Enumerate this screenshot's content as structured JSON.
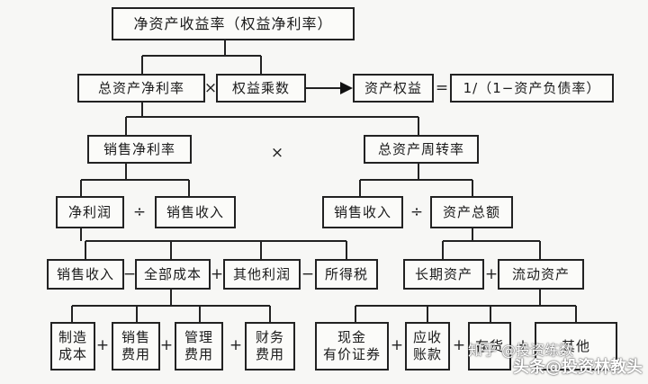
{
  "nodes": {
    "roe": "净资产收益率（权益净利率）",
    "roa": "总资产净利率",
    "equity_multiplier": "权益乘数",
    "equity_multiplier_formula_lhs": "资产权益",
    "equity_multiplier_formula_rhs": "1/（1−资产负债率）",
    "net_profit_margin": "销售净利率",
    "asset_turnover": "总资产周转率",
    "net_profit": "净利润",
    "sales_revenue_left": "销售收入",
    "sales_revenue_right": "销售收入",
    "total_assets": "资产总额",
    "sales_revenue_bottom": "销售收入",
    "total_cost": "全部成本",
    "other_profit": "其他利润",
    "income_tax": "所得税",
    "long_term_assets": "长期资产",
    "current_assets": "流动资产",
    "manufacturing_cost": "制造\n成本",
    "selling_expense": "销售\n费用",
    "admin_expense": "管理\n费用",
    "finance_expense": "财务\n费用",
    "cash_securities": "现金\n有价证券",
    "receivables": "应收\n账款",
    "inventory": "存货",
    "other_assets": "其他"
  },
  "operators": {
    "times_1": "×",
    "equals": "=",
    "times_2": "×",
    "divide_1": "÷",
    "divide_2": "÷",
    "minus_1": "−",
    "plus_1": "+",
    "minus_2": "−",
    "plus_2": "+",
    "plus_3": "+",
    "plus_4": "+",
    "plus_5": "+",
    "plus_6": "+",
    "plus_7": "+",
    "plus_8": "+"
  },
  "watermark": {
    "line1": "知乎 @投资练数",
    "line2": "头条@投资林教头"
  }
}
